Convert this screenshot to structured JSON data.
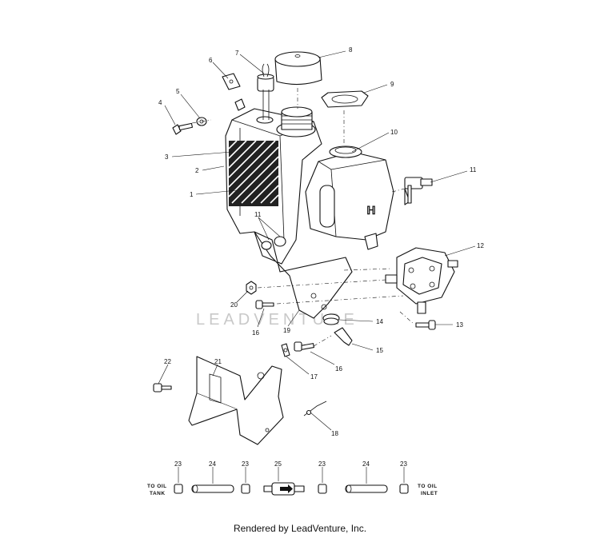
{
  "watermark": "LEADVENTURE",
  "footer": "Rendered by LeadVenture, Inc.",
  "labels": {
    "to_oil_tank": [
      "TO OIL",
      "TANK"
    ],
    "to_oil_inlet": [
      "TO OIL",
      "INLET"
    ]
  },
  "callouts": [
    "1",
    "2",
    "3",
    "4",
    "5",
    "6",
    "7",
    "8",
    "9",
    "10",
    "11",
    "11",
    "12",
    "13",
    "14",
    "15",
    "16",
    "16",
    "17",
    "18",
    "19",
    "20",
    "21",
    "22",
    "23",
    "24",
    "23",
    "25",
    "23",
    "24",
    "23"
  ]
}
